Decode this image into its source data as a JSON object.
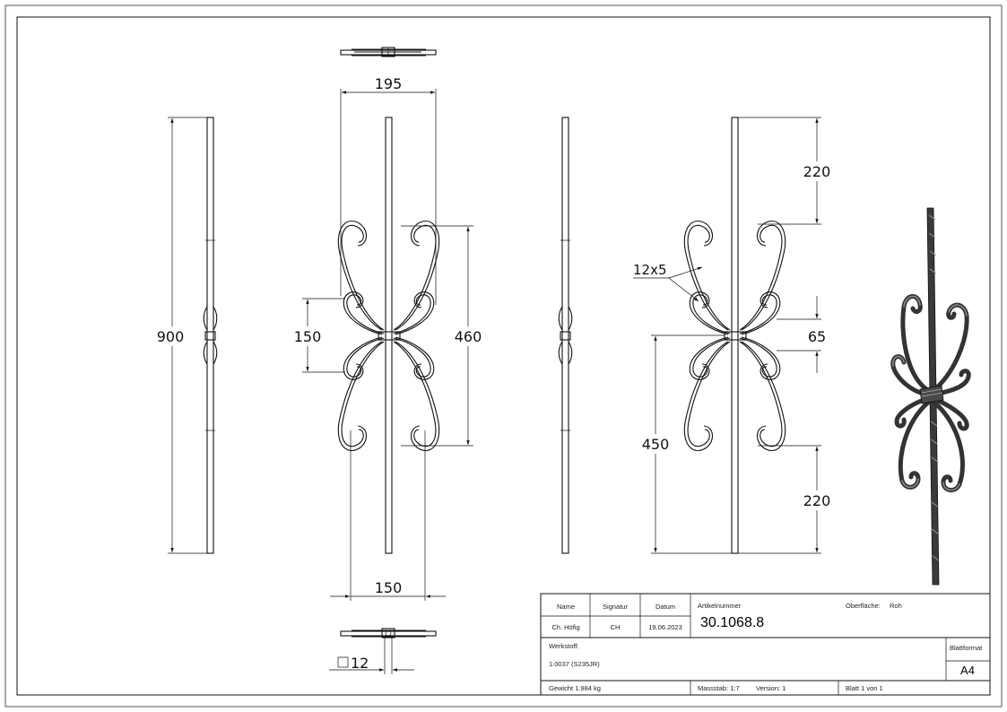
{
  "dimensions": {
    "side_height": "900",
    "top_width": "195",
    "left_span": "150",
    "scroll_height": "460",
    "bottom_width": "150",
    "bar_section": "12",
    "top_gap": "220",
    "bottom_gap": "220",
    "mid_gap": "65",
    "lower_height": "450",
    "flat_bar": "12x5"
  },
  "title_block": {
    "name_header": "Name",
    "signature_header": "Signatur",
    "date_header": "Datum",
    "article_header": "Artikelnummer",
    "surface_label": "Oberfläche:",
    "surface_value": "Roh",
    "name_value": "Ch. Höfig",
    "signature_value": "CH",
    "date_value": "19.06.2023",
    "article_number": "30.1068.8",
    "material_label": "Werkstoff:",
    "material_value": "1.0037 (S235JR)",
    "format_label": "Blattformat",
    "format_value": "A4",
    "weight": "Gewicht 1.984 kg",
    "scale": "Massstab: 1:7",
    "version": "Version: 1",
    "sheet": "Blatt 1 von 1"
  }
}
